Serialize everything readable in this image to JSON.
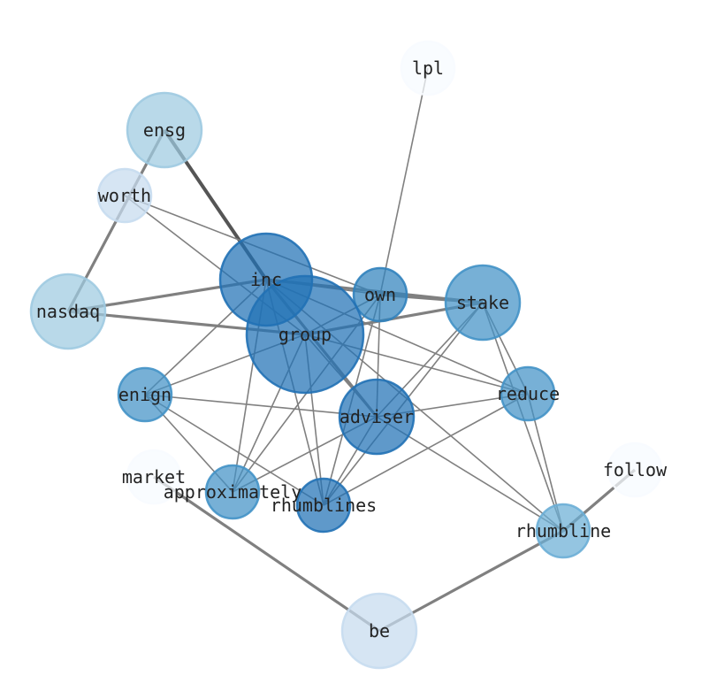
{
  "title": "word co-occurrence network",
  "nodes": [
    {
      "id": "lpl",
      "label": "lpl",
      "size": 1,
      "color": "#f7fbff"
    },
    {
      "id": "ensg",
      "label": "ensg",
      "size": 2,
      "color": "#9ecae1"
    },
    {
      "id": "worth",
      "label": "worth",
      "size": 1,
      "color": "#c6dbef"
    },
    {
      "id": "nasdaq",
      "label": "nasdaq",
      "size": 2,
      "color": "#9ecae1"
    },
    {
      "id": "inc",
      "label": "inc",
      "size": 3,
      "color": "#2171b5"
    },
    {
      "id": "own",
      "label": "own",
      "size": 1,
      "color": "#3182bd"
    },
    {
      "id": "stake",
      "label": "stake",
      "size": 2,
      "color": "#4292c6"
    },
    {
      "id": "group",
      "label": "group",
      "size": 4,
      "color": "#2171b5"
    },
    {
      "id": "enign",
      "label": "enign",
      "size": 1,
      "color": "#4292c6"
    },
    {
      "id": "reduce",
      "label": "reduce",
      "size": 1,
      "color": "#4292c6"
    },
    {
      "id": "adviser",
      "label": "adviser",
      "size": 2,
      "color": "#2171b5"
    },
    {
      "id": "market",
      "label": "market",
      "size": 1,
      "color": "#f7fbff"
    },
    {
      "id": "approximately",
      "label": "approximately",
      "size": 1,
      "color": "#4292c6"
    },
    {
      "id": "rhumblines",
      "label": "rhumblines",
      "size": 1,
      "color": "#2171b5"
    },
    {
      "id": "follow",
      "label": "follow",
      "size": 1,
      "color": "#f7fbff"
    },
    {
      "id": "rhumbline",
      "label": "rhumbline",
      "size": 1,
      "color": "#6baed6"
    },
    {
      "id": "be",
      "label": "be",
      "size": 2,
      "color": "#c6dbef"
    }
  ],
  "edges": [
    [
      "ensg",
      "inc",
      4
    ],
    [
      "inc",
      "adviser",
      3
    ],
    [
      "ensg",
      "nasdaq",
      3
    ],
    [
      "worth",
      "own",
      1
    ],
    [
      "worth",
      "group",
      1
    ],
    [
      "nasdaq",
      "inc",
      3
    ],
    [
      "nasdaq",
      "group",
      3
    ],
    [
      "inc",
      "stake",
      3
    ],
    [
      "own",
      "stake",
      3
    ],
    [
      "group",
      "stake",
      3
    ],
    [
      "inc",
      "own",
      1
    ],
    [
      "inc",
      "enign",
      1
    ],
    [
      "inc",
      "approximately",
      1
    ],
    [
      "inc",
      "rhumblines",
      1
    ],
    [
      "inc",
      "reduce",
      1
    ],
    [
      "inc",
      "rhumbline",
      1
    ],
    [
      "group",
      "enign",
      1
    ],
    [
      "group",
      "approximately",
      1
    ],
    [
      "group",
      "rhumblines",
      1
    ],
    [
      "group",
      "reduce",
      1
    ],
    [
      "group",
      "adviser",
      1
    ],
    [
      "group",
      "own",
      1
    ],
    [
      "own",
      "lpl",
      1
    ],
    [
      "own",
      "approximately",
      1
    ],
    [
      "own",
      "rhumblines",
      1
    ],
    [
      "own",
      "adviser",
      1
    ],
    [
      "stake",
      "rhumblines",
      1
    ],
    [
      "stake",
      "adviser",
      1
    ],
    [
      "stake",
      "rhumbline",
      1
    ],
    [
      "stake",
      "reduce",
      1
    ],
    [
      "reduce",
      "rhumbline",
      1
    ],
    [
      "enign",
      "adviser",
      1
    ],
    [
      "enign",
      "approximately",
      1
    ],
    [
      "enign",
      "rhumblines",
      1
    ],
    [
      "adviser",
      "reduce",
      1
    ],
    [
      "adviser",
      "rhumblines",
      1
    ],
    [
      "adviser",
      "approximately",
      1
    ],
    [
      "adviser",
      "rhumbline",
      1
    ],
    [
      "reduce",
      "rhumblines",
      1
    ],
    [
      "market",
      "be",
      3
    ],
    [
      "be",
      "rhumbline",
      3
    ],
    [
      "rhumbline",
      "follow",
      3
    ]
  ]
}
